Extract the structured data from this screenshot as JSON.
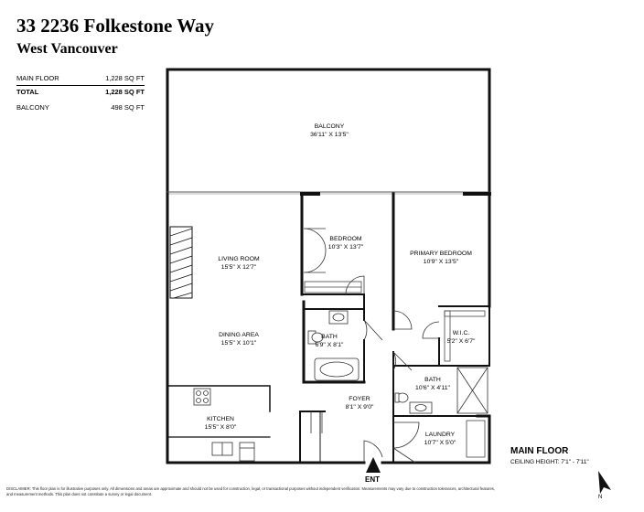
{
  "header": {
    "title": "33 2236 Folkestone Way",
    "subtitle": "West Vancouver"
  },
  "areas": [
    {
      "label": "MAIN FLOOR",
      "value": "1,228 SQ FT"
    },
    {
      "label": "TOTAL",
      "value": "1,228 SQ FT"
    },
    {
      "label": "BALCONY",
      "value": "498 SQ FT"
    }
  ],
  "rooms": {
    "balcony": {
      "name": "BALCONY",
      "dims": "36'11\" X 13'5\""
    },
    "bedroom": {
      "name": "BEDROOM",
      "dims": "10'3\" X 13'7\""
    },
    "primary_bedroom": {
      "name": "PRIMARY BEDROOM",
      "dims": "10'9\" X 13'5\""
    },
    "living_room": {
      "name": "LIVING ROOM",
      "dims": "15'5\" X 12'7\""
    },
    "dining_area": {
      "name": "DINING AREA",
      "dims": "15'5\" X 10'1\""
    },
    "bath1": {
      "name": "BATH",
      "dims": "6'9\" X 8'1\""
    },
    "wic": {
      "name": "W.I.C.",
      "dims": "5'2\" X 6'7\""
    },
    "bath2": {
      "name": "BATH",
      "dims": "10'6\" X 4'11\""
    },
    "foyer": {
      "name": "FOYER",
      "dims": "8'1\" X 9'0\""
    },
    "kitchen": {
      "name": "KITCHEN",
      "dims": "15'5\" X 8'0\""
    },
    "laundry": {
      "name": "LAUNDRY",
      "dims": "10'7\" X 5'0\""
    }
  },
  "floor": {
    "title": "MAIN FLOOR",
    "ceiling": "CEILING HEIGHT: 7'1\" - 7'11\"",
    "entrance": "ENT",
    "north": "N"
  },
  "disclaimer": "DISCLAIMER: This floor plan is for illustrative purposes only. All dimensions and areas are approximate and should not be used for construction, legal, or transactional purposes without independent verification. Measurements may vary due to construction tolerances, architectural features, and measurement methods. This plan does not constitute a survey or legal document.",
  "colors": {
    "wall": "#111111",
    "line": "#333333",
    "background": "#ffffff"
  }
}
